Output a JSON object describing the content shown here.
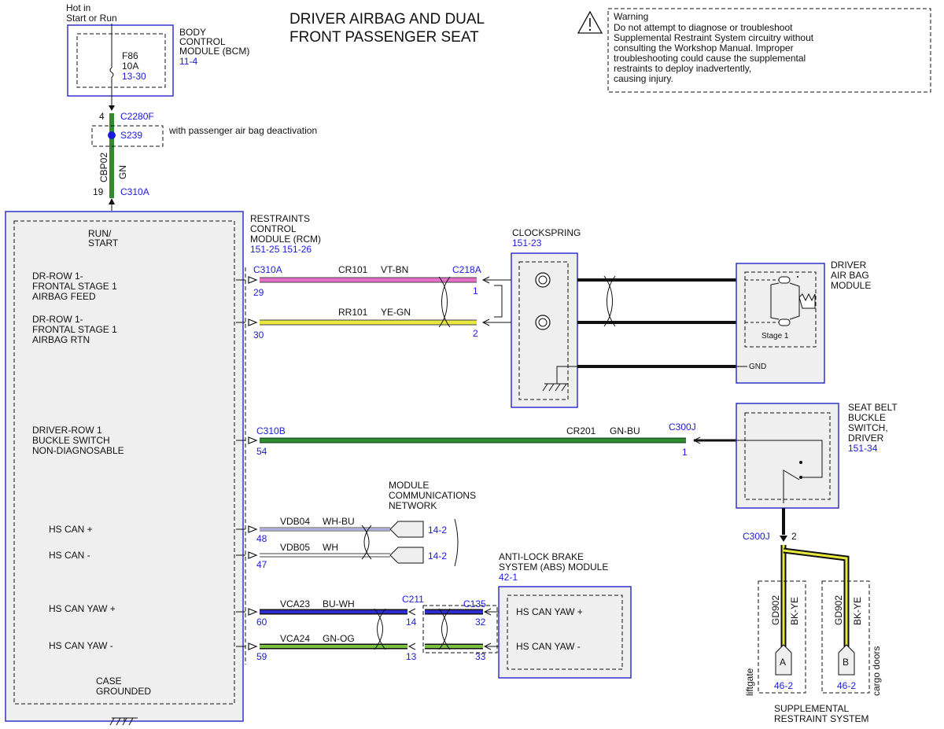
{
  "title": {
    "line1": "DRIVER AIRBAG AND DUAL",
    "line2": "FRONT PASSENGER SEAT"
  },
  "warning": {
    "heading": "Warning",
    "lines": [
      "Do not attempt to diagnose or troubleshoot",
      "Supplemental Restraint System circuitry without",
      "consulting the Workshop Manual. Improper",
      "troubleshooting could cause the supplemental",
      "restraints to deploy inadvertently,",
      "causing injury."
    ]
  },
  "power": {
    "line1": "Hot in",
    "line2": "Start or Run"
  },
  "bcm": {
    "name_lines": [
      "BODY",
      "CONTROL",
      "MODULE (BCM)"
    ],
    "ref": "11-4",
    "fuse": "F86",
    "fuse_rating": "10A",
    "fuse_ref": "13-30"
  },
  "upper_wire": {
    "pin_top": "4",
    "conn_top": "C2280F",
    "splice": "S239",
    "splice_note": "with passenger air bag deactivation",
    "circuit": "CBP02",
    "color": "GN",
    "pin_bottom": "19",
    "conn_bottom": "C310A"
  },
  "rcm": {
    "name_lines": [
      "RESTRAINTS",
      "CONTROL",
      "MODULE (RCM)"
    ],
    "refs": "151-25  151-26",
    "run_start": [
      "RUN/",
      "START"
    ],
    "case": [
      "CASE",
      "GROUNDED"
    ],
    "pins": [
      {
        "label": [
          "DR-ROW 1-",
          "FRONTAL STAGE 1",
          "AIRBAG FEED"
        ]
      },
      {
        "label": [
          "DR-ROW 1-",
          "FRONTAL STAGE 1",
          "AIRBAG RTN"
        ]
      },
      {
        "label": [
          "DRIVER-ROW 1",
          "BUCKLE SWITCH",
          "NON-DIAGNOSABLE"
        ]
      },
      {
        "label": [
          "HS CAN +"
        ]
      },
      {
        "label": [
          "HS CAN -"
        ]
      },
      {
        "label": [
          "HS CAN YAW +"
        ]
      },
      {
        "label": [
          "HS CAN YAW -"
        ]
      }
    ]
  },
  "wires": {
    "cr101": {
      "conn_l": "C310A",
      "pin_l": "29",
      "circuit": "CR101",
      "color": "VT-BN",
      "conn_r": "C218A",
      "pin_r": "1"
    },
    "rr101": {
      "pin_l": "30",
      "circuit": "RR101",
      "color": "YE-GN",
      "pin_r": "2"
    },
    "cr201": {
      "conn_l": "C310B",
      "pin_l": "54",
      "circuit": "CR201",
      "color": "GN-BU",
      "conn_r": "C300J",
      "pin_r": "1"
    },
    "vdb04": {
      "pin_l": "48",
      "circuit": "VDB04",
      "color": "WH-BU",
      "ref": "14-2"
    },
    "vdb05": {
      "pin_l": "47",
      "circuit": "VDB05",
      "color": "WH",
      "ref": "14-2"
    },
    "vca23": {
      "pin_l": "60",
      "circuit": "VCA23",
      "color": "BU-WH",
      "conn_mid": "C211",
      "pin_mid": "14",
      "conn_r": "C135",
      "pin_r": "32"
    },
    "vca24": {
      "pin_l": "59",
      "circuit": "VCA24",
      "color": "GN-OG",
      "pin_mid": "13",
      "pin_r": "33"
    }
  },
  "network": {
    "lines": [
      "MODULE",
      "COMMUNICATIONS",
      "NETWORK"
    ]
  },
  "clockspring": {
    "name": "CLOCKSPRING",
    "ref": "151-23"
  },
  "airbag": {
    "lines": [
      "DRIVER",
      "AIR BAG",
      "MODULE"
    ],
    "stage": "Stage 1",
    "gnd": "GND"
  },
  "seatbelt": {
    "lines": [
      "SEAT BELT",
      "BUCKLE",
      "SWITCH,",
      "DRIVER"
    ],
    "ref": "151-34"
  },
  "abs": {
    "lines": [
      "ANTI-LOCK BRAKE",
      "SYSTEM (ABS) MODULE"
    ],
    "ref": "42-1",
    "pin1": "HS CAN YAW +",
    "pin2": "HS CAN YAW -"
  },
  "ground_wire": {
    "conn": "C300J",
    "pin": "2",
    "circuit": "GD902",
    "color": "BK-YE",
    "a_letter": "A",
    "a_ref": "46-2",
    "a_side": "liftgate",
    "b_letter": "B",
    "b_ref": "46-2",
    "b_side": "cargo doors",
    "system": [
      "SUPPLEMENTAL",
      "RESTRAINT SYSTEM"
    ]
  },
  "colors": {
    "module_border": "#3333cc",
    "ref_blue": "#1a1adc",
    "wire_green": "#2e8b2e",
    "wire_pink": "#e66ec8",
    "wire_yellow": "#e8e840",
    "wire_blue": "#2c2cd0",
    "wire_lightgreen": "#7ac142"
  }
}
